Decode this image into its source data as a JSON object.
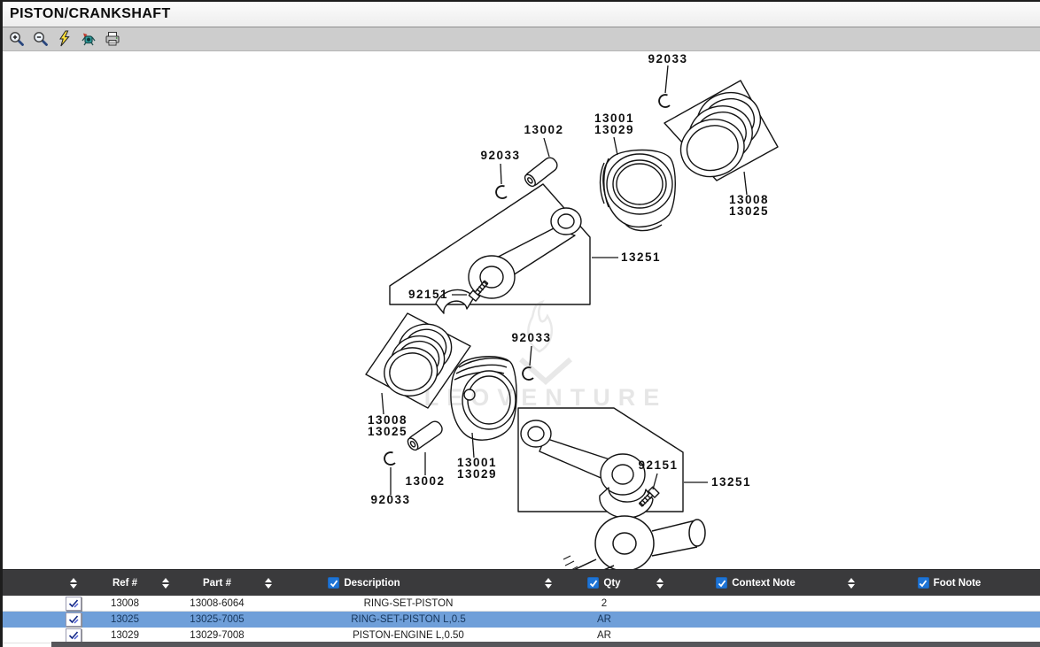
{
  "window": {
    "title": "PISTON/CRANKSHAFT"
  },
  "toolbar": {
    "icons": [
      {
        "name": "zoom-in-icon"
      },
      {
        "name": "zoom-out-icon"
      },
      {
        "name": "flash-icon"
      },
      {
        "name": "capture-tool-icon"
      },
      {
        "name": "print-icon"
      }
    ]
  },
  "diagram": {
    "watermark": "LEOVENTURE",
    "labels": [
      "92033",
      "13001",
      "13029",
      "13002",
      "92033",
      "13008",
      "13025",
      "13251",
      "92151",
      "13008",
      "13025",
      "92033",
      "13001",
      "13029",
      "13002",
      "92033",
      "92151",
      "13251"
    ]
  },
  "table": {
    "headers": {
      "ref": "Ref #",
      "part": "Part #",
      "description": "Description",
      "qty": "Qty",
      "context": "Context Note",
      "foot": "Foot Note"
    },
    "rows": [
      {
        "ref": "13008",
        "part": "13008-6064",
        "description": "RING-SET-PISTON",
        "qty": "2",
        "context": "",
        "foot": ""
      },
      {
        "ref": "13025",
        "part": "13025-7005",
        "description": "RING-SET-PISTON L,0.5",
        "qty": "AR",
        "context": "",
        "foot": ""
      },
      {
        "ref": "13029",
        "part": "13029-7008",
        "description": "PISTON-ENGINE L,0.50",
        "qty": "AR",
        "context": "",
        "foot": ""
      }
    ]
  },
  "colors": {
    "selected_row": "#6f9fd9",
    "table_header_bg": "#3a3a3c",
    "checkbox_blue": "#1e74d6"
  }
}
